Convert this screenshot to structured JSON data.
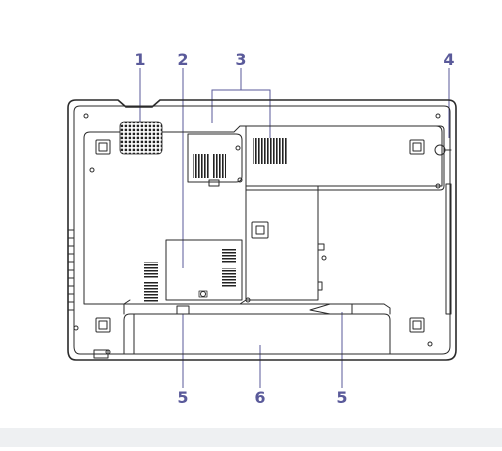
{
  "callouts": [
    {
      "id": "1",
      "text": "1"
    },
    {
      "id": "2",
      "text": "2"
    },
    {
      "id": "3",
      "text": "3"
    },
    {
      "id": "4",
      "text": "4"
    },
    {
      "id": "5a",
      "text": "5"
    },
    {
      "id": "6",
      "text": "6"
    },
    {
      "id": "5b",
      "text": "5"
    }
  ],
  "colors": {
    "line": "#2a2a2a",
    "callout": "#5a5a9a",
    "leader": "#5a5a9a",
    "footer": "#eef0f2"
  }
}
